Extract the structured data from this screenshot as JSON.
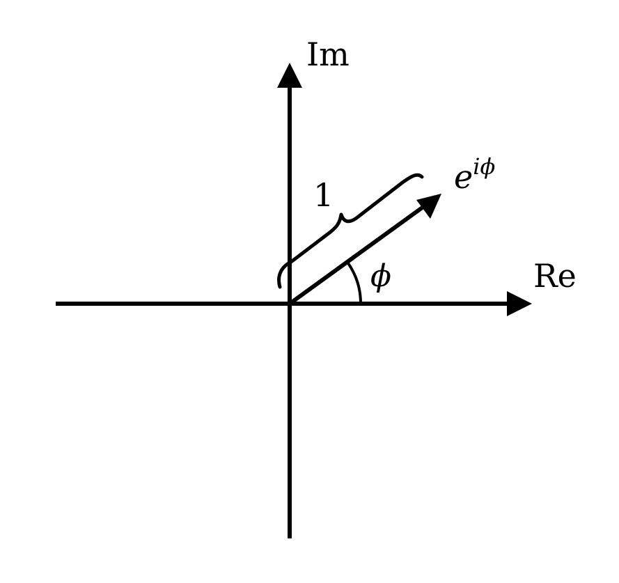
{
  "diagram": {
    "type": "complex-plane-phasor",
    "colors": {
      "stroke": "#000000",
      "background": "#ffffff"
    },
    "labels": {
      "imaginary_axis": "Im",
      "real_axis": "Re",
      "magnitude": "1",
      "angle": "ϕ",
      "phasor_base": "e",
      "phasor_exponent": "iϕ"
    }
  }
}
